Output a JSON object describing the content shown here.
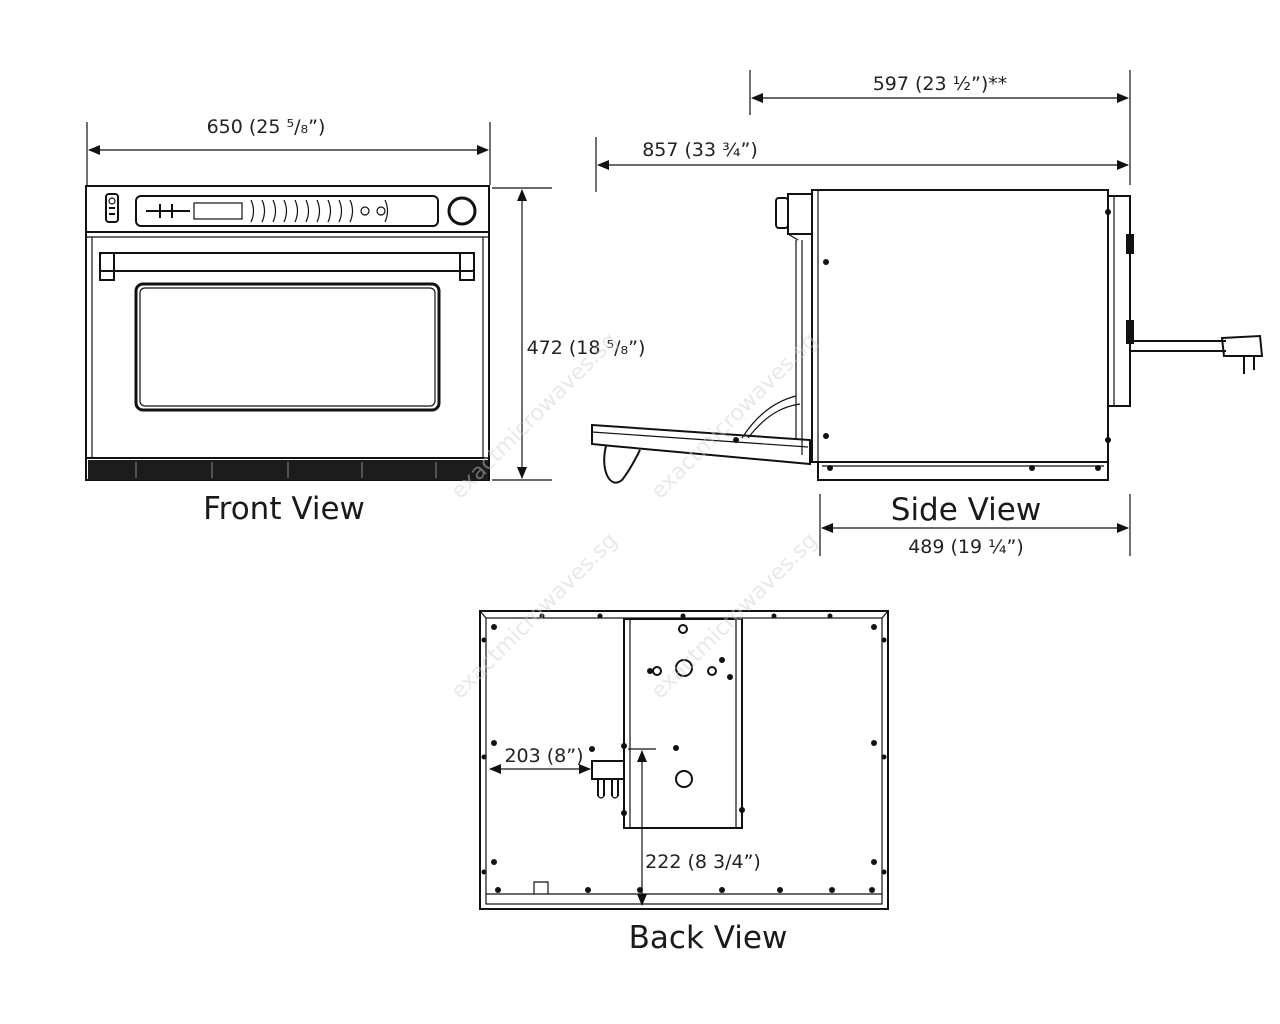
{
  "views": {
    "front": {
      "title": "Front View"
    },
    "side": {
      "title": "Side View"
    },
    "back": {
      "title": "Back View"
    }
  },
  "dimensions": {
    "front_width": "650 (25 ⁵/₈”)",
    "front_height": "472 (18 ⁵/₈”)",
    "side_depth_total": "857 (33 ¾”)",
    "side_depth_door_closed": "597 (23 ½”)**",
    "side_body_depth": "489 (19 ¼”)",
    "back_cord_offset_x": "203 (8”)",
    "back_cord_offset_y": "222 (8 3/4”)"
  },
  "watermark": "exactmicrowaves.sg"
}
